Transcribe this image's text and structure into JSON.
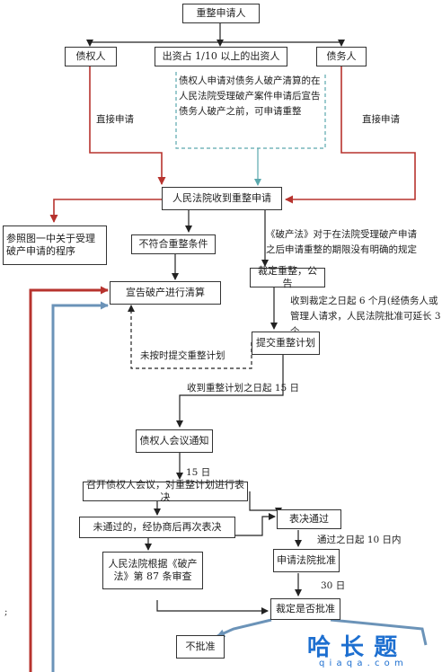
{
  "nodes": {
    "applicant": "重整申请人",
    "creditor": "债权人",
    "investor": "出资占 1/10 以上的出资人",
    "debtor": "债务人",
    "court_receive": "人民法院收到重整申请",
    "reference": "参照图一中关于受理破产申请的程序",
    "not_qualified": "不符合重整条件",
    "liquidation": "宣告破产进行清算",
    "ruling": "裁定重整，公告",
    "submit_plan": "提交重整计划",
    "notify": "债权人会议通知",
    "meeting": "召开债权人会议，对重整计划进行表决",
    "failed_vote": "未通过的，经协商后再次表决",
    "passed": "表决通过",
    "court_review": "人民法院根据《破产法》第 87 条审查",
    "apply_approval": "申请法院批准",
    "ruling_approve": "裁定是否批准",
    "rejected": "不批准"
  },
  "notes": {
    "investor_note": "债权人申请对债务人破产清算的在人民法院受理破产案件申请后宣告债务人破产之前，可申请重整",
    "law_note": "《破产法》对于在法院受理破产申请之后申请重整的期限没有明确的规定",
    "deadline_note": "收到裁定之日起 6 个月(经债务人或管理人请求，人民法院批准可延长 3 个"
  },
  "labels": {
    "direct_left": "直接申请",
    "direct_right": "直接申请",
    "no_plan": "未按时提交重整计划",
    "within_15": "收到重整计划之日起 15 日",
    "days_15": "15 日",
    "within_10": "通过之日起 10 日内",
    "days_30": "30 日",
    "stray_mark": ";"
  },
  "colors": {
    "red_arrow": "#b7332e",
    "blue_arrow": "#6b93b8",
    "teal_arrow": "#5aa8ad",
    "black": "#222222"
  },
  "watermark": {
    "logo_text": "哈 长 题",
    "url": "q i a q a . c o m"
  }
}
